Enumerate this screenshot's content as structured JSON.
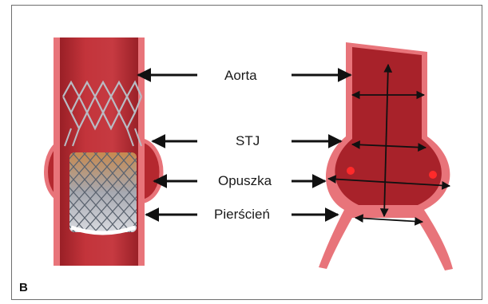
{
  "labels": {
    "aorta": "Aorta",
    "stj": "STJ",
    "bulb": "Opuszka",
    "annulus": "Pierścień"
  },
  "panel_letter": "B",
  "colors": {
    "vessel_wall": "#e8747a",
    "vessel_inner": "#b5282f",
    "vessel_dark": "#8e1b22",
    "arrow": "#111111",
    "marker": "#ff2a2a",
    "frame": "#6e6e6e"
  }
}
